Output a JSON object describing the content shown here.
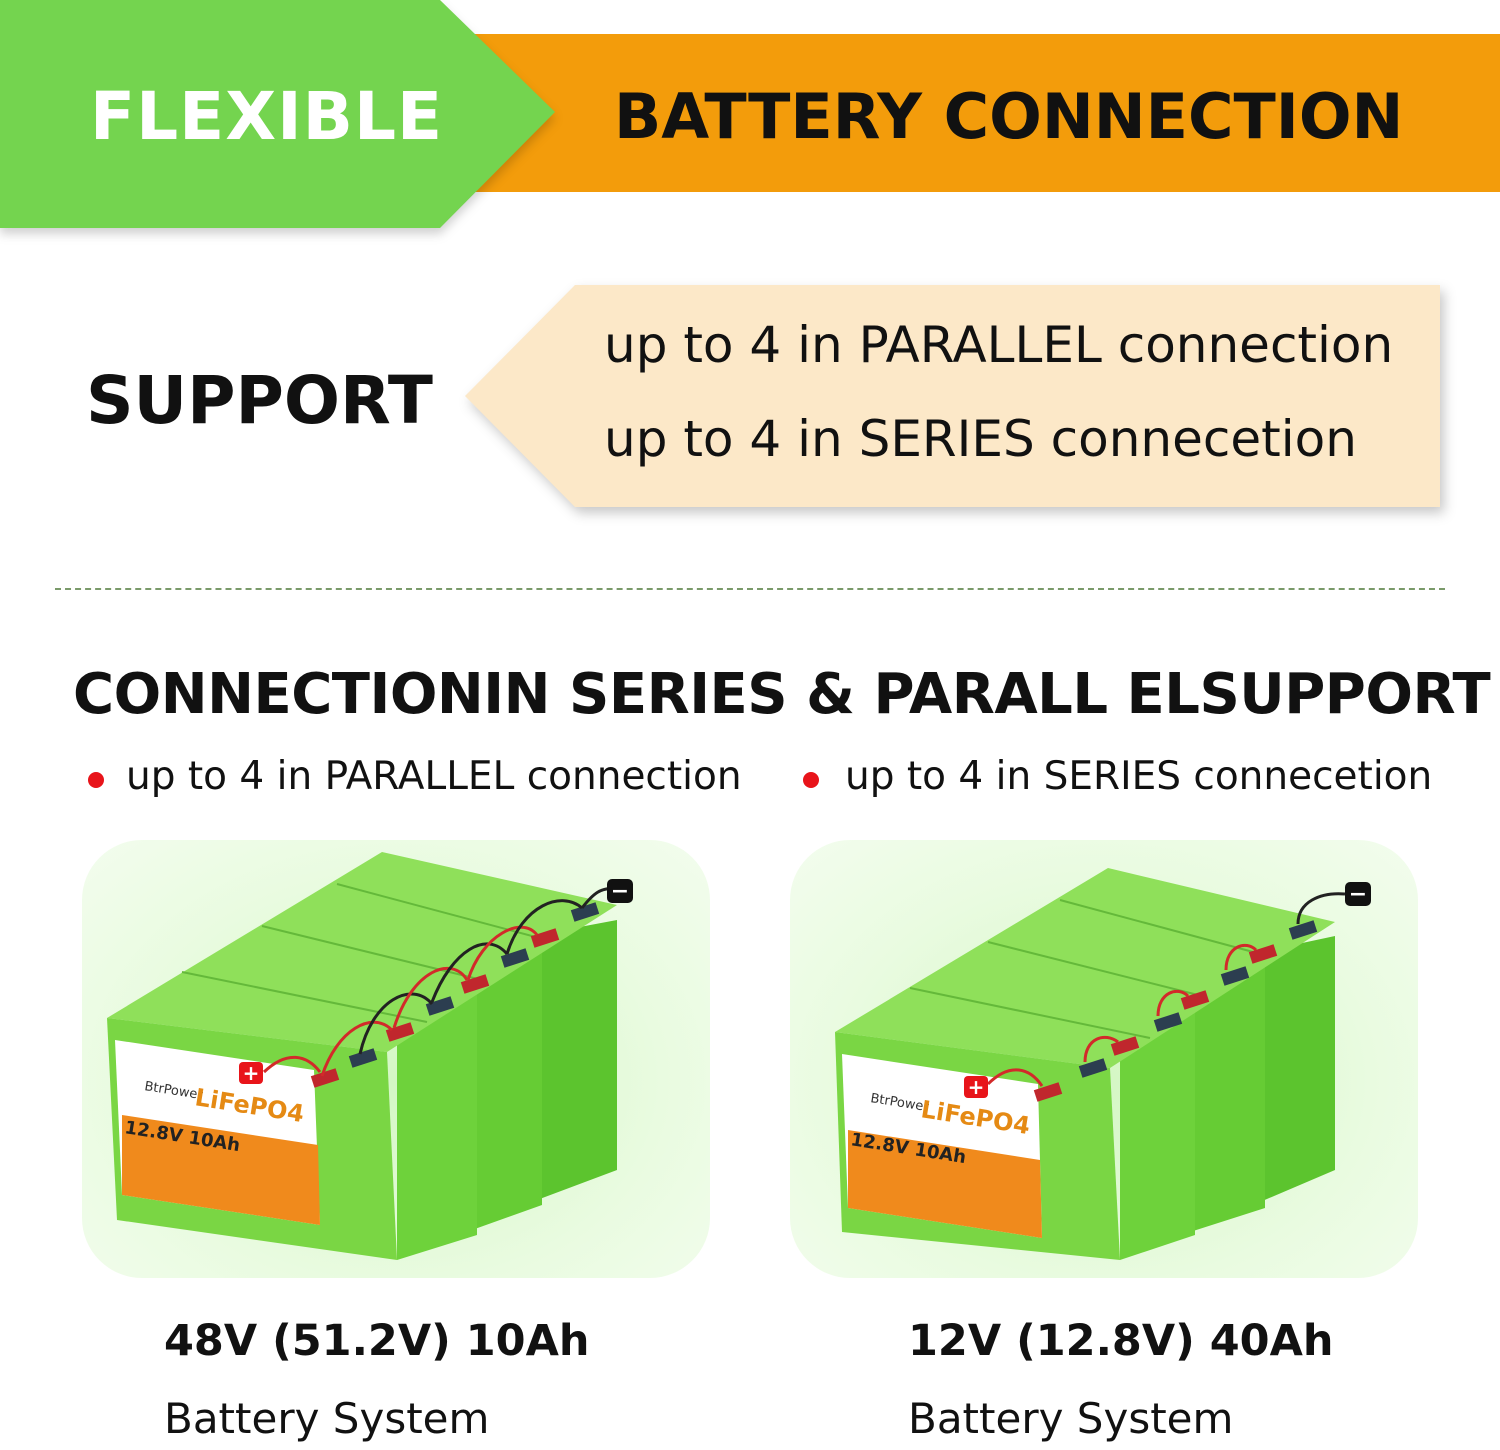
{
  "banner": {
    "left_label": "FLEXIBLE",
    "right_label": "BATTERY CONNECTION",
    "left_color": "#74d44f",
    "right_color": "#f39c0b"
  },
  "support": {
    "label": "SUPPORT",
    "lines": [
      "up to 4 in PARALLEL connection",
      "up to 4 in SERIES connecetion"
    ],
    "box_color": "#fce8c8"
  },
  "section": {
    "title": "CONNECTIONIN SERIES & PARALL ELSUPPORT",
    "bullets": [
      "up to 4 in PARALLEL connection",
      "up to 4 in SERIES connecetion"
    ],
    "bullet_color": "#e8141a"
  },
  "products": [
    {
      "spec": "48V (51.2V) 10Ah",
      "subtitle": "Battery System",
      "battery_brand": "BtrPower",
      "battery_chem": "LiFePO4",
      "battery_rating": "12.8V 10Ah"
    },
    {
      "spec": "12V (12.8V) 40Ah",
      "subtitle": "Battery System",
      "battery_brand": "BtrPower",
      "battery_chem": "LiFePO4",
      "battery_rating": "12.8V 10Ah"
    }
  ],
  "terminal_symbols": {
    "positive": "+",
    "negative": "−"
  }
}
